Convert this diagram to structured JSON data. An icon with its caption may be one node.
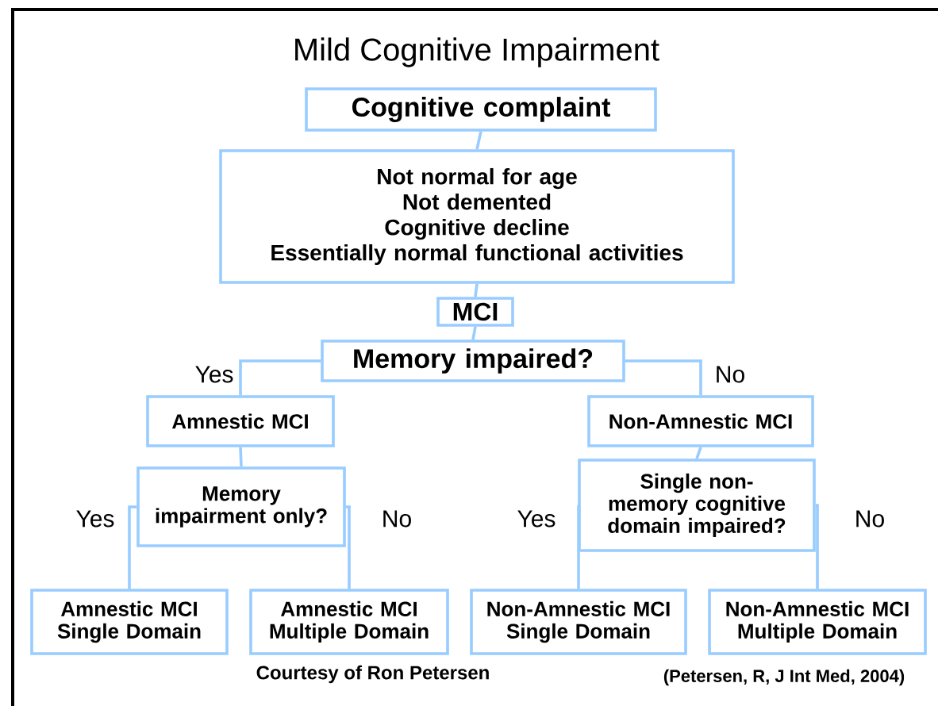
{
  "diagram": {
    "title": "Mild Cognitive Impairment",
    "nodes": [
      {
        "text": [
          "Cognitive complaint"
        ]
      },
      {
        "text": [
          "Not normal for age",
          "Not demented",
          "Cognitive decline",
          "Essentially normal functional activities"
        ]
      },
      {
        "text": [
          "MCI"
        ]
      },
      {
        "text": [
          "Memory impaired?"
        ]
      },
      {
        "text": [
          "Amnestic MCI"
        ]
      },
      {
        "text": [
          "Non-Amnestic MCI"
        ]
      },
      {
        "text": [
          "Memory impairment only?"
        ]
      },
      {
        "text": [
          "Single non-memory cognitive domain impaired?"
        ]
      },
      {
        "text": [
          "Amnestic MCI Single Domain"
        ]
      },
      {
        "text": [
          "Amnestic MCI Multiple Domain"
        ]
      },
      {
        "text": [
          "Non-Amnestic MCI Single Domain"
        ]
      },
      {
        "text": [
          "Non-Amnestic MCI Multiple Domain"
        ]
      }
    ],
    "edges": [
      {
        "from": 0,
        "to": 1,
        "arrow": "none"
      },
      {
        "from": 1,
        "to": 2,
        "arrow": "none"
      },
      {
        "from": 2,
        "to": 3,
        "arrow": "none"
      },
      {
        "from": 3,
        "to": 4,
        "arrow": "none",
        "label": "Yes"
      },
      {
        "from": 3,
        "to": 5,
        "arrow": "none",
        "label": "No"
      },
      {
        "from": 4,
        "to": 6,
        "arrow": "none"
      },
      {
        "from": 5,
        "to": 7,
        "arrow": "none"
      },
      {
        "from": 6,
        "to": 8,
        "arrow": "none",
        "label": "Yes"
      },
      {
        "from": 6,
        "to": 9,
        "arrow": "none",
        "label": "No"
      },
      {
        "from": 7,
        "to": 10,
        "arrow": "none",
        "label": "Yes"
      },
      {
        "from": 7,
        "to": 11,
        "arrow": "none",
        "label": "No"
      }
    ],
    "labels": [
      "Courtesy of Ron Petersen",
      "(Petersen, R, J Int Med, 2004)"
    ]
  }
}
